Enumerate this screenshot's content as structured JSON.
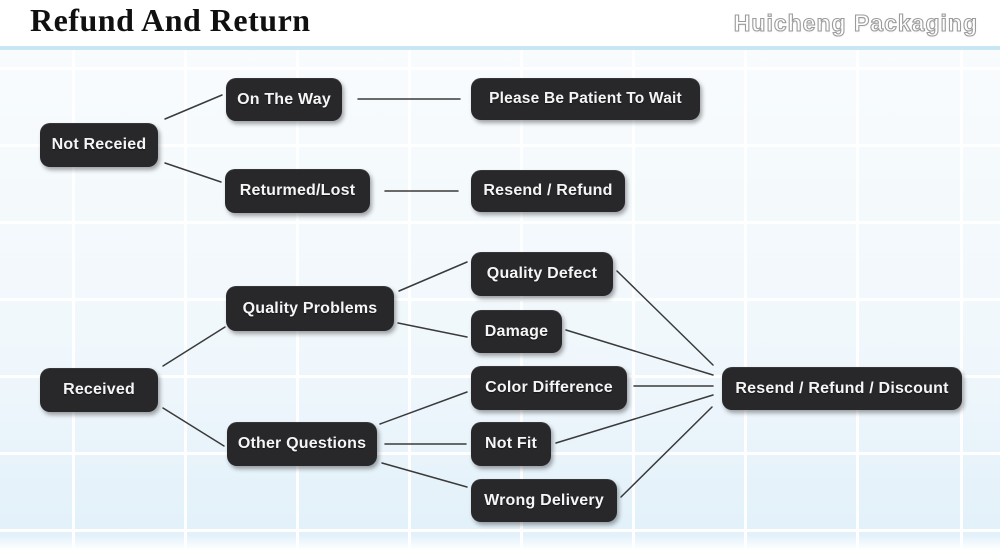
{
  "header": {
    "title": "Refund And Return",
    "brand": "Huicheng Packaging"
  },
  "diagram": {
    "nodes": [
      {
        "id": "not-received",
        "label": "Not Receied"
      },
      {
        "id": "on-the-way",
        "label": "On The Way"
      },
      {
        "id": "please-wait",
        "label": "Please Be Patient To Wait"
      },
      {
        "id": "returned-lost",
        "label": "Returmed/Lost"
      },
      {
        "id": "resend-refund",
        "label": "Resend / Refund"
      },
      {
        "id": "quality-problems",
        "label": "Quality Problems"
      },
      {
        "id": "quality-defect",
        "label": "Quality Defect"
      },
      {
        "id": "damage",
        "label": "Damage"
      },
      {
        "id": "received",
        "label": "Received"
      },
      {
        "id": "other-questions",
        "label": "Other Questions"
      },
      {
        "id": "color-difference",
        "label": "Color Difference"
      },
      {
        "id": "not-fit",
        "label": "Not Fit"
      },
      {
        "id": "wrong-delivery",
        "label": "Wrong Delivery"
      },
      {
        "id": "resend-refund-discount",
        "label": "Resend / Refund / Discount"
      }
    ],
    "edges": [
      {
        "from": "not-received",
        "to": "on-the-way"
      },
      {
        "from": "not-received",
        "to": "returned-lost"
      },
      {
        "from": "on-the-way",
        "to": "please-wait"
      },
      {
        "from": "returned-lost",
        "to": "resend-refund"
      },
      {
        "from": "received",
        "to": "quality-problems"
      },
      {
        "from": "received",
        "to": "other-questions"
      },
      {
        "from": "quality-problems",
        "to": "quality-defect"
      },
      {
        "from": "quality-problems",
        "to": "damage"
      },
      {
        "from": "other-questions",
        "to": "color-difference"
      },
      {
        "from": "other-questions",
        "to": "not-fit"
      },
      {
        "from": "other-questions",
        "to": "wrong-delivery"
      },
      {
        "from": "quality-defect",
        "to": "resend-refund-discount"
      },
      {
        "from": "damage",
        "to": "resend-refund-discount"
      },
      {
        "from": "color-difference",
        "to": "resend-refund-discount"
      },
      {
        "from": "not-fit",
        "to": "resend-refund-discount"
      },
      {
        "from": "wrong-delivery",
        "to": "resend-refund-discount"
      }
    ]
  },
  "colors": {
    "node_bg": "#28282b",
    "node_text": "#f5f5f5",
    "divider": "#c9e6f5",
    "connector": "#3a3a3a"
  }
}
